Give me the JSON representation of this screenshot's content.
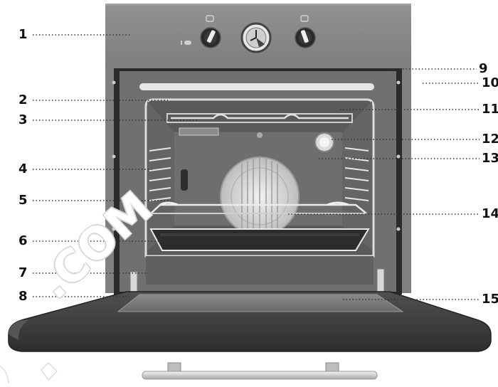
{
  "labels_left": [
    "1",
    "2",
    "3",
    "4",
    "5",
    "6",
    "7",
    "8"
  ],
  "labels_right": [
    "9",
    "10",
    "11",
    "12",
    "13",
    "14",
    "15"
  ],
  "watermark": ".COM",
  "colors": {
    "panel": "#8a8a8a",
    "cavity": "#5c5c5c",
    "inner_back": "#6e6e6e",
    "door": "#3e3e3e",
    "door_glass": "#7a7a7a",
    "fan_guard": "#d8d8d8",
    "text": "#111111"
  }
}
